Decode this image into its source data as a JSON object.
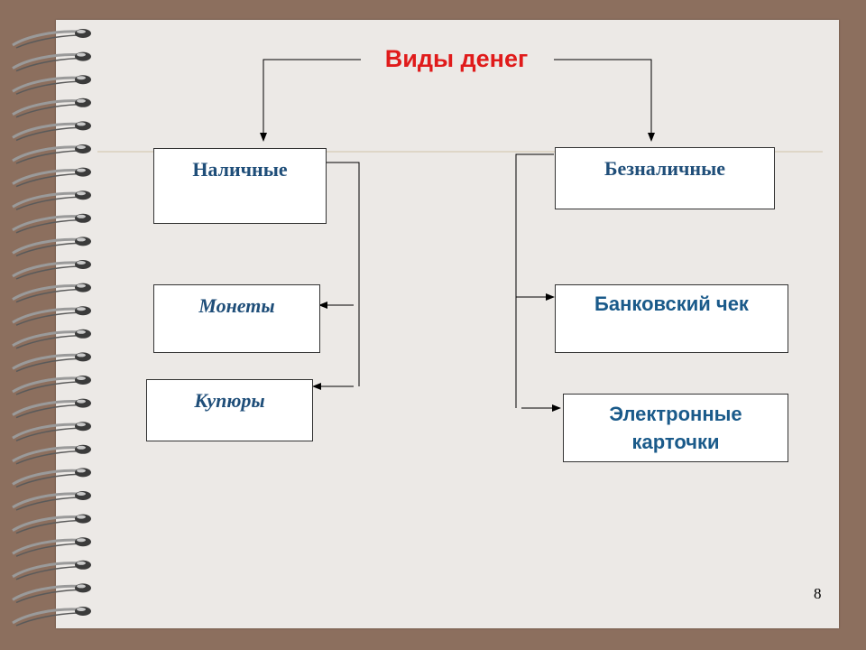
{
  "title": "Виды денег",
  "nodes": {
    "cash": "Наличные",
    "coins": "Монеты",
    "banknotes": "Купюры",
    "cashless": "Безналичные",
    "bank_check": "Банковский чек",
    "e_cards": "Электронные карточки"
  },
  "page_number": "8",
  "colors": {
    "title": "#e01b1b",
    "node_text": "#1f4e79",
    "background_frame": "#8c6f5e",
    "page": "#ece9e6"
  }
}
